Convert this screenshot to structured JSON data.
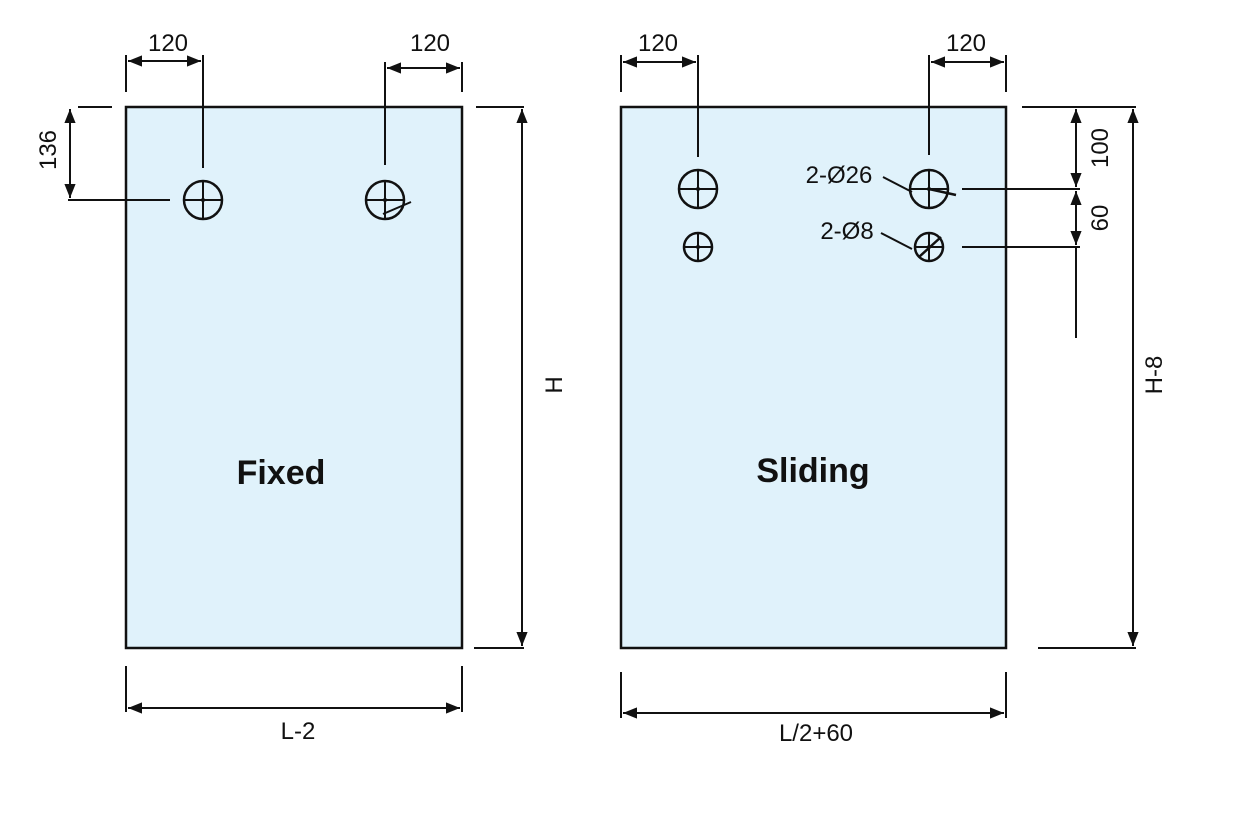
{
  "colors": {
    "glass_fill": "#e0f2fb",
    "line": "#111111"
  },
  "fixed_panel": {
    "title": "Fixed",
    "offset_left": "120",
    "offset_right": "120",
    "hole_from_top": "136",
    "height_label": "H",
    "width_label": "L-2"
  },
  "sliding_panel": {
    "title": "Sliding",
    "offset_left": "120",
    "offset_right": "120",
    "hole_large_label": "2-Ø26",
    "hole_small_label": "2-Ø8",
    "first_hole_from_top": "100",
    "hole_spacing": "60",
    "height_label": "H-8",
    "width_label": "L/2+60"
  }
}
